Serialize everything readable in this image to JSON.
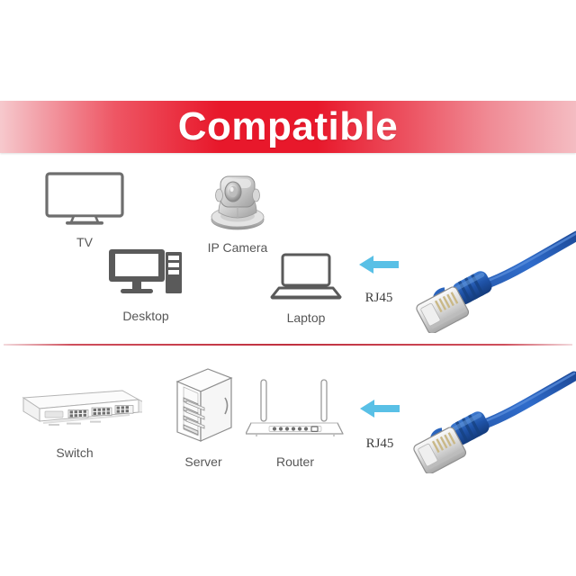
{
  "banner": {
    "title": "Compatible",
    "bg_color_center": "#e8182b",
    "bg_color_edge": "#f4bcc2",
    "text_color": "#ffffff"
  },
  "colors": {
    "arrow_blue": "#59c0e6",
    "cable_blue": "#1f53a8",
    "label_gray": "#575757",
    "divider_red": "#c0303f",
    "icon_dark": "#4a4a4a",
    "icon_light": "#9b9b9b"
  },
  "top_row": {
    "devices": [
      {
        "id": "tv",
        "label": "TV",
        "icon": "tv-icon"
      },
      {
        "id": "ip-camera",
        "label": "IP Camera",
        "icon": "ip-camera-icon"
      },
      {
        "id": "desktop",
        "label": "Desktop",
        "icon": "desktop-computer-icon"
      },
      {
        "id": "laptop",
        "label": "Laptop",
        "icon": "laptop-icon"
      }
    ],
    "arrow": {
      "icon": "arrow-left-icon",
      "direction": "left"
    },
    "connector_label": "RJ45",
    "cable": {
      "icon": "ethernet-cable-rj45-icon",
      "color": "blue"
    }
  },
  "bottom_row": {
    "devices": [
      {
        "id": "switch",
        "label": "Switch",
        "icon": "network-switch-icon"
      },
      {
        "id": "server",
        "label": "Server",
        "icon": "server-rack-icon"
      },
      {
        "id": "router",
        "label": "Router",
        "icon": "wireless-router-icon"
      }
    ],
    "arrow": {
      "icon": "arrow-left-icon",
      "direction": "left"
    },
    "connector_label": "RJ45",
    "cable": {
      "icon": "ethernet-cable-rj45-icon",
      "color": "blue"
    }
  }
}
